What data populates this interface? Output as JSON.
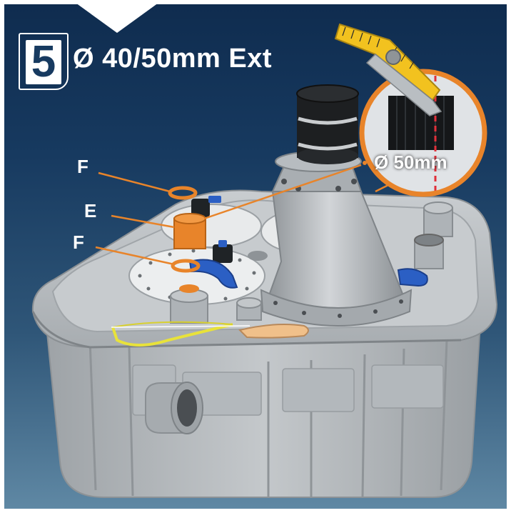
{
  "step": {
    "number": "5",
    "title": "Ø 40/50mm Ext"
  },
  "zoom": {
    "label": "Ø 50mm"
  },
  "callouts": [
    {
      "label": "F",
      "part": "upper-clamp-ring"
    },
    {
      "label": "E",
      "part": "orange-adapter"
    },
    {
      "label": "F",
      "part": "lower-clamp-ring"
    }
  ],
  "colors": {
    "accent": "#e8842a",
    "background_top": "#0f2c4f",
    "background_bottom": "#5f88a4",
    "unit_body": "#b9bec2",
    "cut_line": "#e0303a"
  },
  "icons": [
    "cutter-knife-icon",
    "hacksaw-icon",
    "pipe-icon"
  ]
}
